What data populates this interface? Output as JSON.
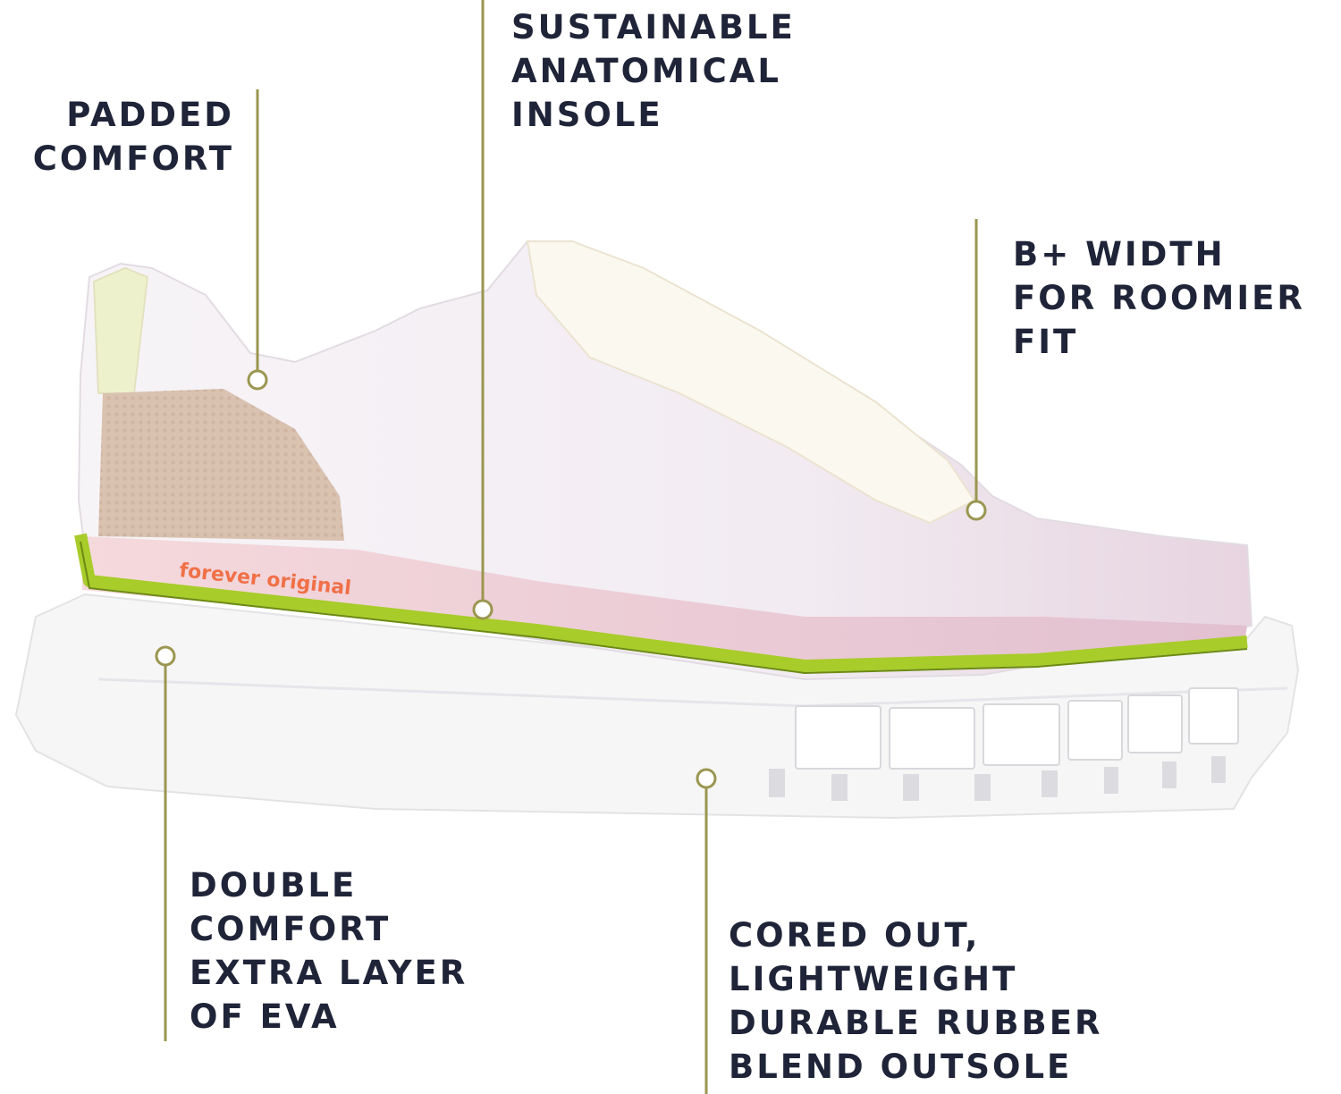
{
  "callouts": {
    "padded": {
      "lines": [
        "PADDED",
        "COMFORT"
      ]
    },
    "insole": {
      "lines": [
        "SUSTAINABLE",
        "ANATOMICAL",
        "INSOLE"
      ]
    },
    "width": {
      "lines": [
        "B+ WIDTH",
        "FOR ROOMIER",
        "FIT"
      ]
    },
    "eva": {
      "lines": [
        "DOUBLE",
        "COMFORT",
        "EXTRA LAYER",
        "OF EVA"
      ]
    },
    "outsole": {
      "lines": [
        "CORED OUT,",
        "LIGHTWEIGHT",
        "DURABLE RUBBER",
        "BLEND OUTSOLE"
      ]
    }
  },
  "insole_print": "forever original",
  "colors": {
    "text": "#1f2438",
    "leader": "#9a9650",
    "foam_green": "#a8cc2a",
    "upper": "#f3eef3",
    "insole_pink": "#efd6dc",
    "heel_tan": "#d9c2b0",
    "sole": "#f6f6f7"
  }
}
